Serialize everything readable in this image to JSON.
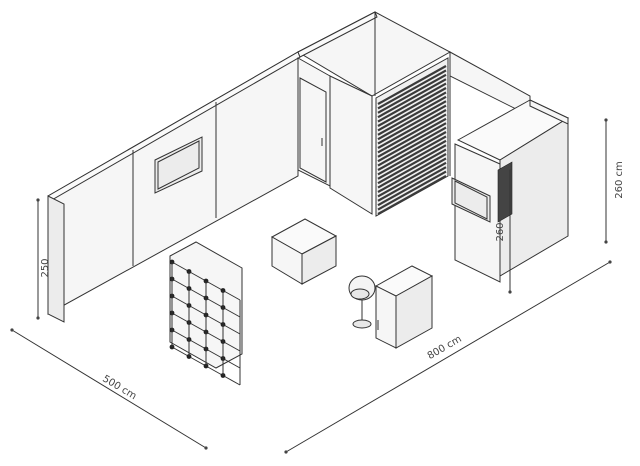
{
  "dimensions": {
    "width_label": "500 cm",
    "length_label": "800 cm",
    "height_label_left": "250",
    "height_label_right": "260 cm",
    "height_label_cabin": "260"
  },
  "colors": {
    "line": "#333333",
    "wall_fill": "#f6f6f6",
    "wall_shade": "#ececec",
    "slat": "#3a3a3a"
  },
  "objects": [
    "back-wall-left",
    "tv-screen",
    "storage-room",
    "slatted-wall",
    "cube-seat",
    "cube-shelf",
    "swivel-chair",
    "counter-desk",
    "corner-cabin",
    "wall-monitor"
  ]
}
